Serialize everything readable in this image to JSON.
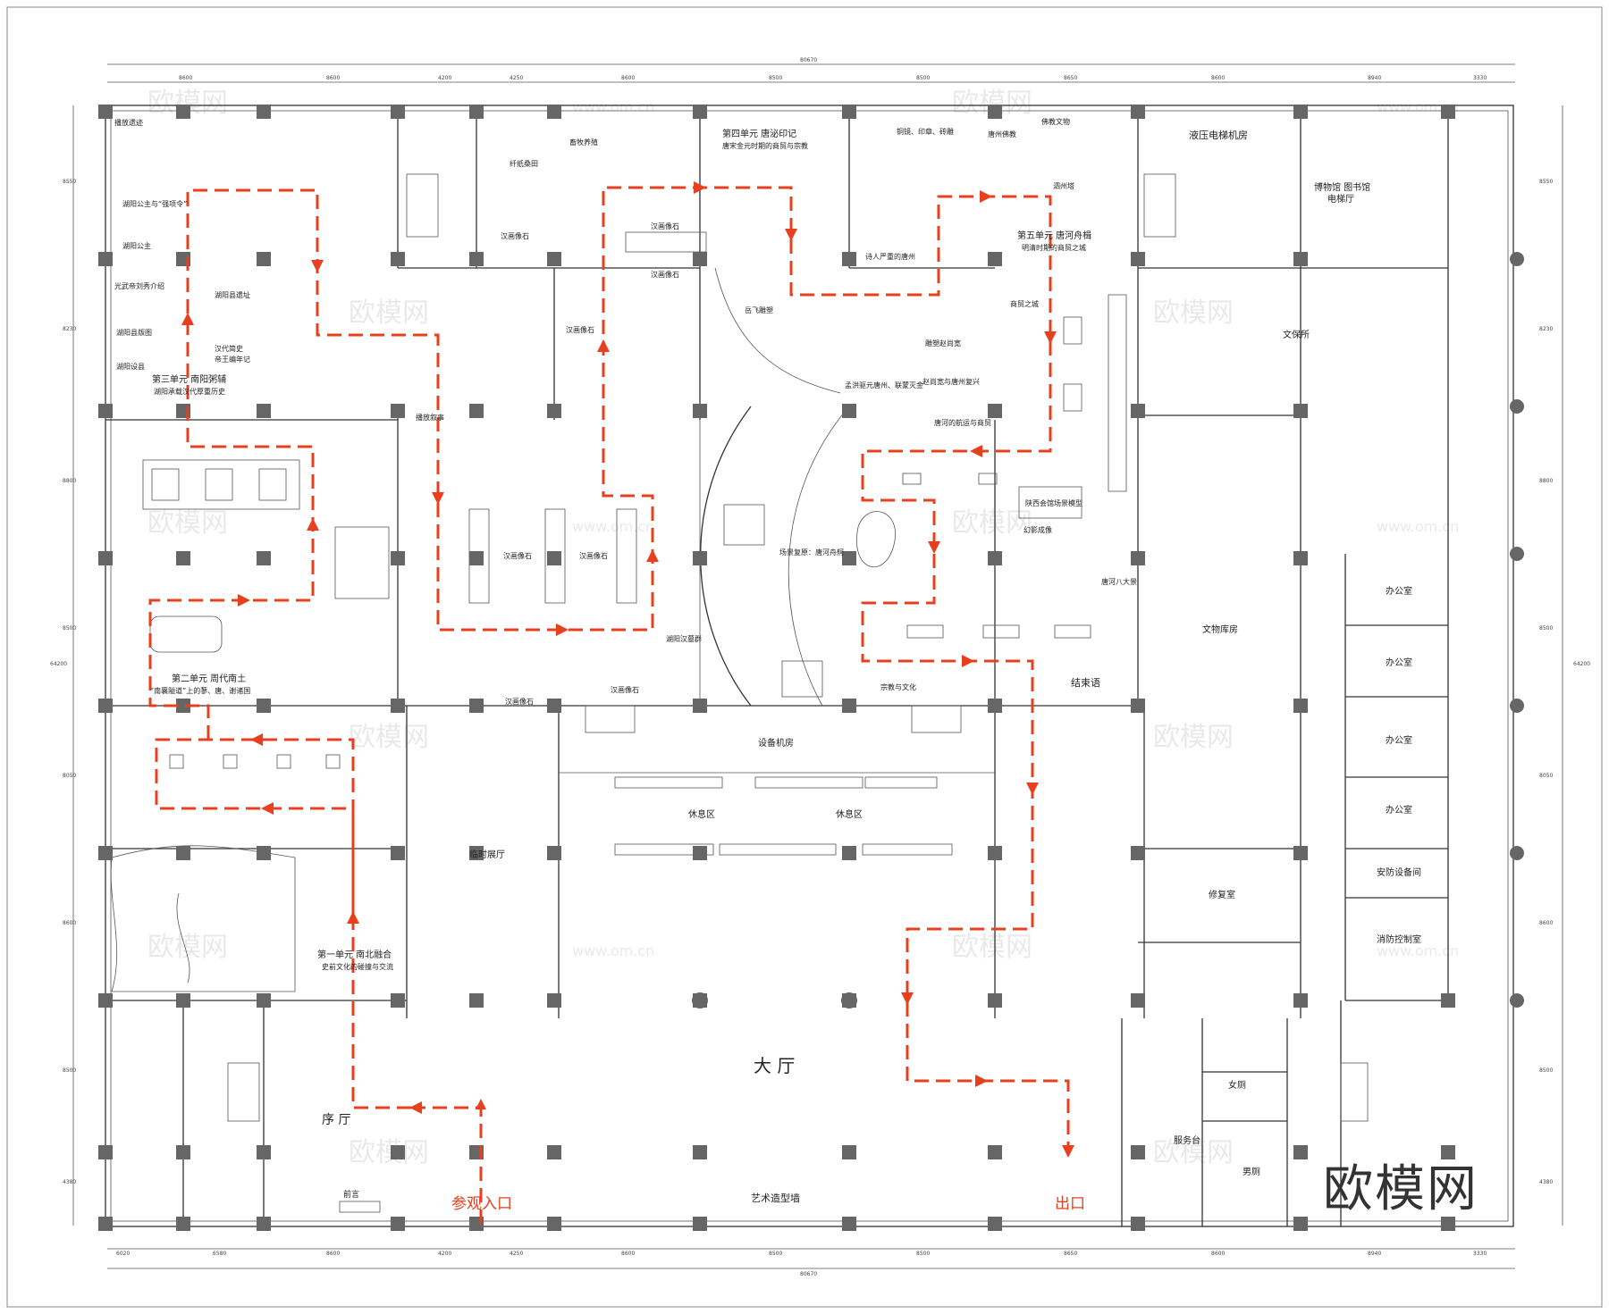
{
  "rooms": {
    "hall": "大  厅",
    "foyer": "序  厅",
    "preface": "前言",
    "art_wall": "艺术造型墙",
    "temp_hall": "临时展厅",
    "equip_room": "设备机房",
    "rest1": "休息区",
    "rest2": "休息区",
    "elevator_room": "液压电梯机房",
    "museum_lift_1": "博物馆 图书馆",
    "museum_lift_2": "电梯厅",
    "conservation": "文保所",
    "storage": "文物库房",
    "restoration": "修复室",
    "office1": "办公室",
    "office2": "办公室",
    "office3": "办公室",
    "office4": "办公室",
    "security": "安防设备间",
    "fire": "消防控制室",
    "service": "服务台",
    "women": "女厕",
    "men": "男厕",
    "conclusion": "结束语"
  },
  "units": {
    "u1_title": "第一单元  南北融合",
    "u1_sub": "史前文化的碰撞与交流",
    "u2_title": "第二单元  周代南土",
    "u2_sub": "“南襄隘道”上的蓼、唐、谢诸国",
    "u3_title": "第三单元  南阳粥辅",
    "u3_sub": "湖阳承载汉代厚重历史",
    "u4_title": "第四单元  唐泌印记",
    "u4_sub": "唐宋金元时期的商贸与宗教",
    "u5_title": "第五单元  唐河舟楫",
    "u5_sub": "明清时期的商贸之城"
  },
  "exhibits": {
    "e1": "湖阳公主与“强项令”",
    "e2": "湖阳公主",
    "e3": "光武帝刘秀介绍",
    "e4": "湖阳县版图",
    "e5": "湖阳设县",
    "e6": "湖阳县遗址",
    "e7": "汉代简史",
    "e8": "帝王编年记",
    "e9": "播放遗迹",
    "e10": "播放叙事",
    "e11": "汉画像石",
    "e12": "汉画像石",
    "e13": "汉画像石",
    "e14": "汉画像石",
    "e15": "汉画像石",
    "e16": "汉画像石",
    "e17": "汉画像石",
    "e18": "汉画像石",
    "e19": "湖阳汉墓群",
    "e20": "纤纸桑田",
    "e21": "畜牧养殖",
    "e22": "岳飞雕塑",
    "e23": "铜镜、印章、砖雕",
    "e24": "唐州佛教",
    "e25": "佛教文物",
    "e26": "泗州塔",
    "e27": "诗人严重的唐州",
    "e28": "商贸之城",
    "e29": "雕塑赵尚宽",
    "e30": "孟洪驱元唐州、联蒙灭金",
    "e31": "赵尚宽与唐州复兴",
    "e32": "唐河的航运与商贸",
    "e33": "陕西会馆场景模型",
    "e34": "幻影成像",
    "e35": "唐河八大景",
    "e36": "宗教与文化",
    "e37": "场景复原：唐河舟舸"
  },
  "route": {
    "entrance": "参观入口",
    "exit": "出口"
  },
  "dimensions": {
    "overall": "80670",
    "top": [
      "8600",
      "8600",
      "4200",
      "4250",
      "8600",
      "8500",
      "8500",
      "8650",
      "8600",
      "8940",
      "3330"
    ],
    "bottom": [
      "6020",
      "6580",
      "8600",
      "4200",
      "4250",
      "8600",
      "8500",
      "8500",
      "8650",
      "8600",
      "8940",
      "3330"
    ],
    "left": [
      "8550",
      "8230",
      "8800",
      "8500",
      "8050",
      "8600",
      "8500",
      "4380"
    ],
    "right": [
      "8550",
      "8230",
      "8800",
      "8500",
      "8050",
      "8600",
      "8500",
      "4380"
    ],
    "side_total": "64200"
  },
  "watermark": "欧模网",
  "watermark_url": "www.om.cn",
  "brand_logo": "欧模网",
  "colors": {
    "route": "#e8401f",
    "wall": "#333333",
    "column": "#666666"
  }
}
